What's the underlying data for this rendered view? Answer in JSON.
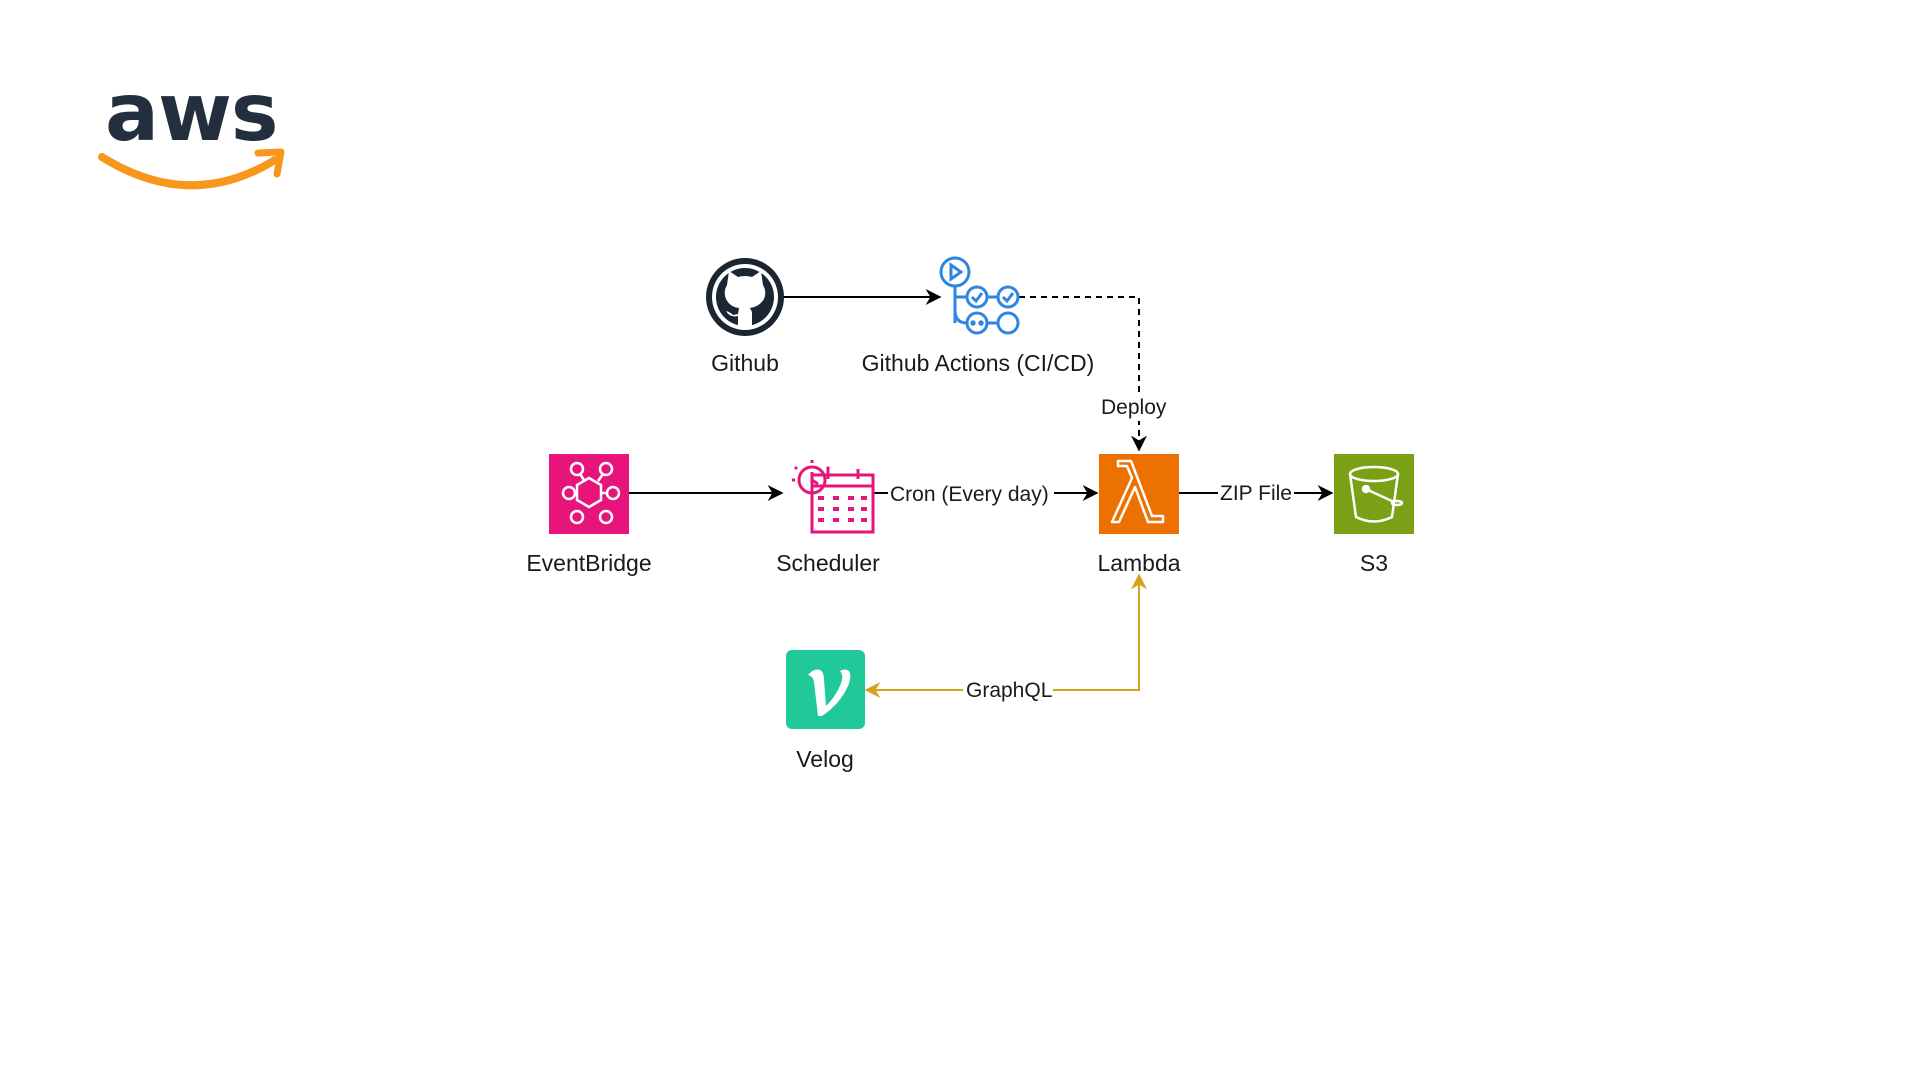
{
  "logo": {
    "text": "aws",
    "arrow_color": "#f7981d",
    "text_color": "#232f3e"
  },
  "nodes": {
    "github": {
      "label": "Github",
      "icon": "github-icon",
      "color": "#1b2633"
    },
    "github_actions": {
      "label": "Github Actions (CI/CD)",
      "icon": "github-actions-icon",
      "color": "#2f86e0"
    },
    "eventbridge": {
      "label": "EventBridge",
      "icon": "eventbridge-icon",
      "color": "#e7157b"
    },
    "scheduler": {
      "label": "Scheduler",
      "icon": "scheduler-icon",
      "color": "#e7157b"
    },
    "lambda": {
      "label": "Lambda",
      "icon": "lambda-icon",
      "color": "#ed7100"
    },
    "s3": {
      "label": "S3",
      "icon": "s3-bucket-icon",
      "color": "#7aa116"
    },
    "velog": {
      "label": "Velog",
      "icon": "velog-icon",
      "color": "#20c997"
    }
  },
  "edges": {
    "github_to_actions": {
      "label": "",
      "style": "solid",
      "color": "#000000"
    },
    "actions_to_lambda": {
      "label": "Deploy",
      "style": "dashed",
      "color": "#000000"
    },
    "eventbridge_to_scheduler": {
      "label": "",
      "style": "solid",
      "color": "#000000"
    },
    "scheduler_to_lambda": {
      "label": "Cron (Every day)",
      "style": "solid",
      "color": "#000000"
    },
    "lambda_to_s3": {
      "label": "ZIP File",
      "style": "solid",
      "color": "#000000"
    },
    "lambda_velog": {
      "label": "GraphQL",
      "style": "solid",
      "color": "#d6a21e"
    }
  }
}
